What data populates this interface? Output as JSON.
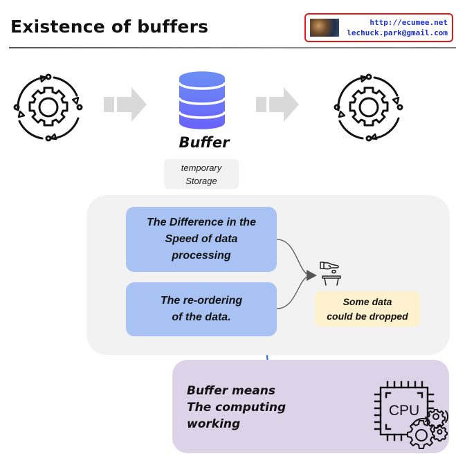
{
  "header": {
    "title": "Existence of buffers",
    "contact": {
      "url": "http://ecumee.net",
      "email": "lechuck.park@gmail.com",
      "border_color": "#e01818",
      "text_color": "#1e2fd0"
    }
  },
  "flow": {
    "source_icon": "process-cycle-gear-icon",
    "arrow_icon": "right-arrow-icon",
    "buffer": {
      "icon": "database-icon",
      "label": "Buffer",
      "caption_line1": "temporary",
      "caption_line2": "Storage",
      "color": "#6b84ff"
    },
    "target_icon": "process-cycle-gear-icon"
  },
  "reasons": {
    "items": [
      {
        "line1": "The Difference in the",
        "line2": "Speed of data",
        "line3": "processing"
      },
      {
        "line1": "The re-ordering",
        "line2": "of the data."
      }
    ],
    "box_color": "#a7c2f3",
    "outcome_icon": "drop-in-trash-icon",
    "outcome": {
      "line1": "Some data",
      "line2": "could be dropped"
    },
    "outcome_color": "#fdf0cc"
  },
  "summary": {
    "text": "Buffer means\nThe computing\nworking",
    "cpu_label": "CPU",
    "cpu_icon": "cpu-with-gears-icon",
    "panel_color": "#dcd3e9",
    "connector_color": "#3f7fe6"
  }
}
